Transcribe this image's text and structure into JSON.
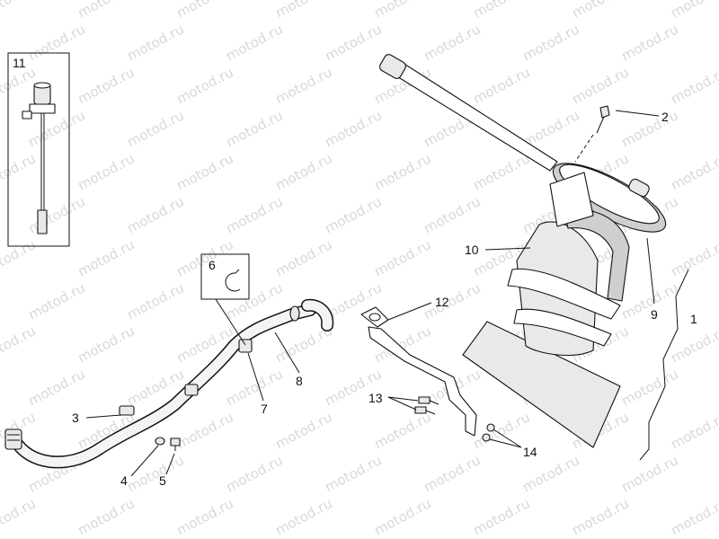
{
  "diagram": {
    "watermark": "motod.ru",
    "callouts": {
      "c1": "1",
      "c2": "2",
      "c3": "3",
      "c4": "4",
      "c5": "5",
      "c6": "6",
      "c7": "7",
      "c8": "8",
      "c9": "9",
      "c10": "10",
      "c11": "11",
      "c12": "12",
      "c13": "13",
      "c14": "14"
    }
  }
}
